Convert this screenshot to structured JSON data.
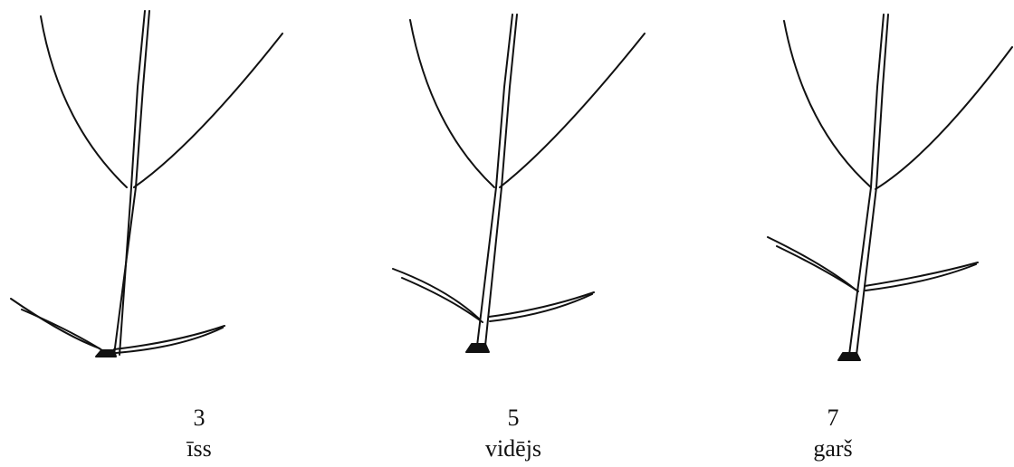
{
  "panels": [
    {
      "number": "3",
      "label": "īss"
    },
    {
      "number": "5",
      "label": "vidējs"
    },
    {
      "number": "7",
      "label": "garš"
    }
  ]
}
